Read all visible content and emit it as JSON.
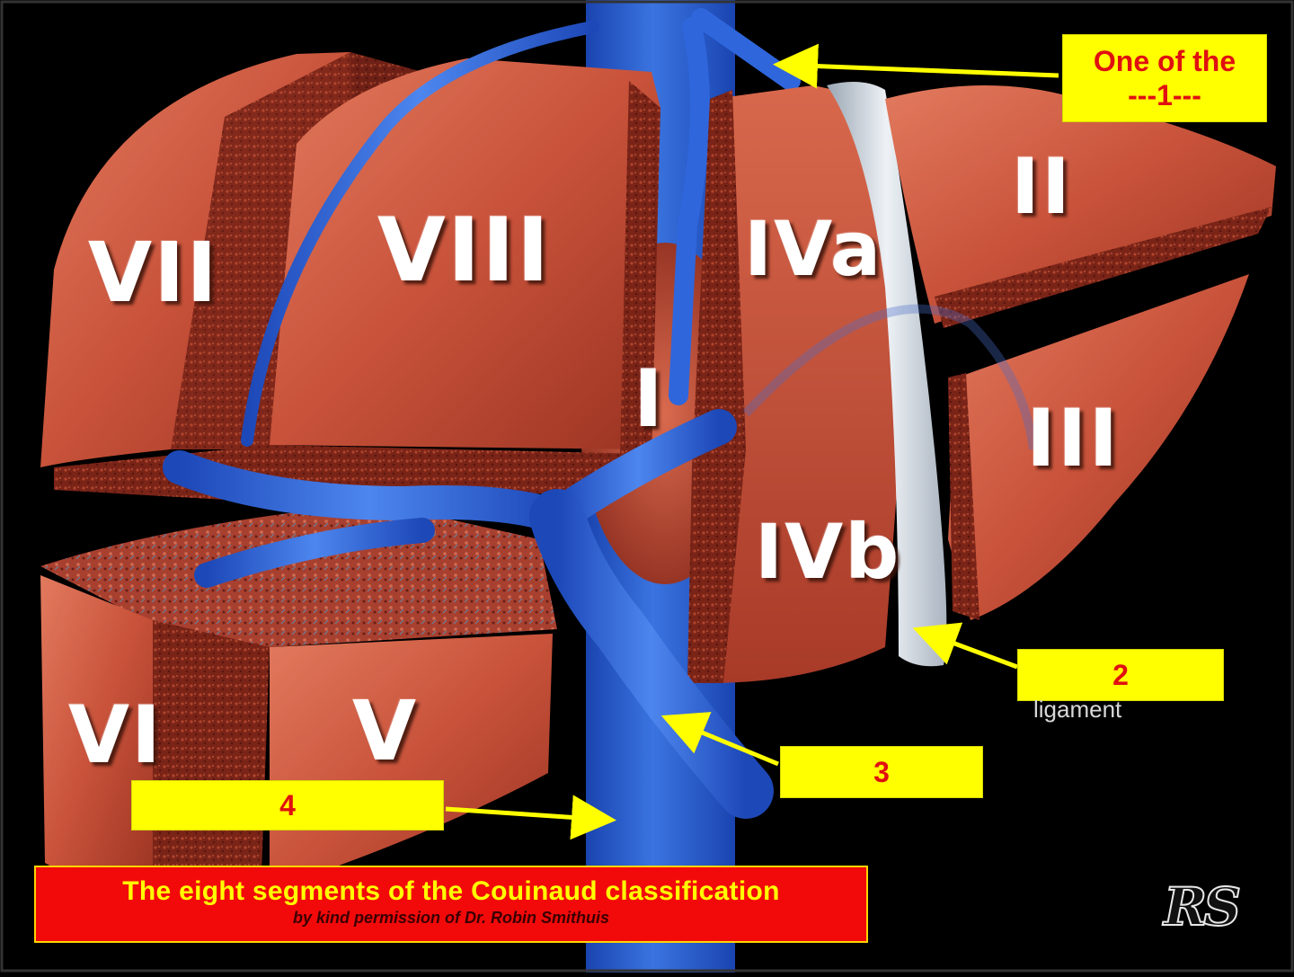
{
  "segments": {
    "vii": "VII",
    "viii": "VIII",
    "i": "I",
    "iva": "IVa",
    "ii": "II",
    "iii": "III",
    "ivb": "IVb",
    "vi": "VI",
    "v": "V"
  },
  "callouts": {
    "c1_line1": "One of the",
    "c1_line2": "---1---",
    "c2": "2",
    "c3": "3",
    "c4": "4"
  },
  "partial_label": "ligament",
  "caption": {
    "title": "The eight segments of the Couinaud classification",
    "subtitle": "by kind permission of Dr. Robin Smithuis"
  },
  "signature": "RS",
  "colors": {
    "background": "#000000",
    "liver": "#c8523a",
    "vessel": "#2a62d8",
    "ligament": "#dde3ea",
    "callout_bg": "#ffff00",
    "callout_text": "#e01010",
    "caption_bg": "#f20a0a",
    "caption_text": "#ffff00"
  }
}
